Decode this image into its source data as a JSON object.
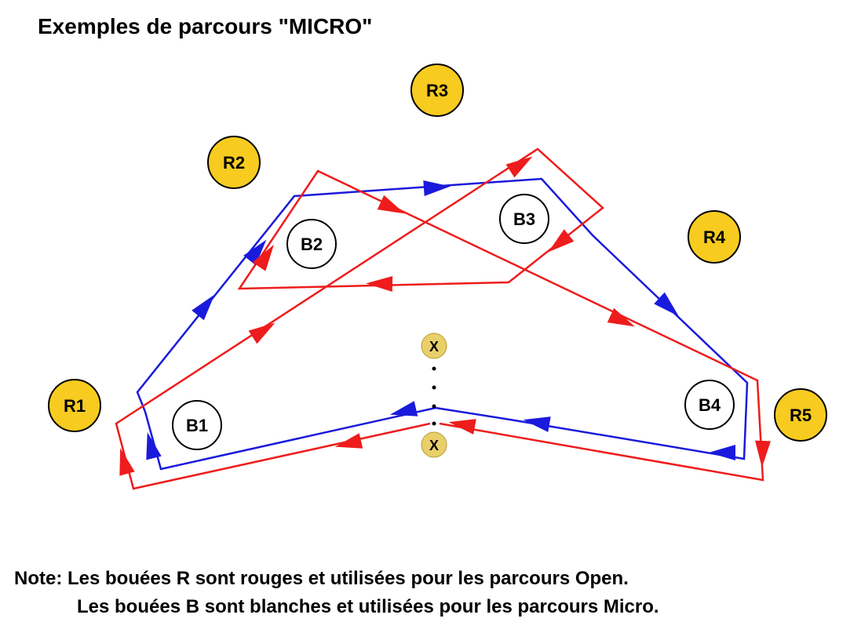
{
  "title": "Exemples de parcours \"MICRO\"",
  "colors": {
    "red_path": "#ee1c1c",
    "blue_path": "#1a1adc",
    "red_buoy": "#f7cb1f",
    "white_buoy": "#ffffff",
    "marker": "#e8cf6a"
  },
  "buoys": {
    "r1": "R1",
    "r2": "R2",
    "r3": "R3",
    "r4": "R4",
    "r5": "R5",
    "b1": "B1",
    "b2": "B2",
    "b3": "B3",
    "b4": "B4"
  },
  "markers": {
    "top": "X",
    "bottom": "X"
  },
  "note": {
    "line1": "Note: Les bouées R sont rouges et utilisées pour les parcours Open.",
    "line2": "Les bouées B sont blanches et utilisées pour les parcours Micro."
  }
}
